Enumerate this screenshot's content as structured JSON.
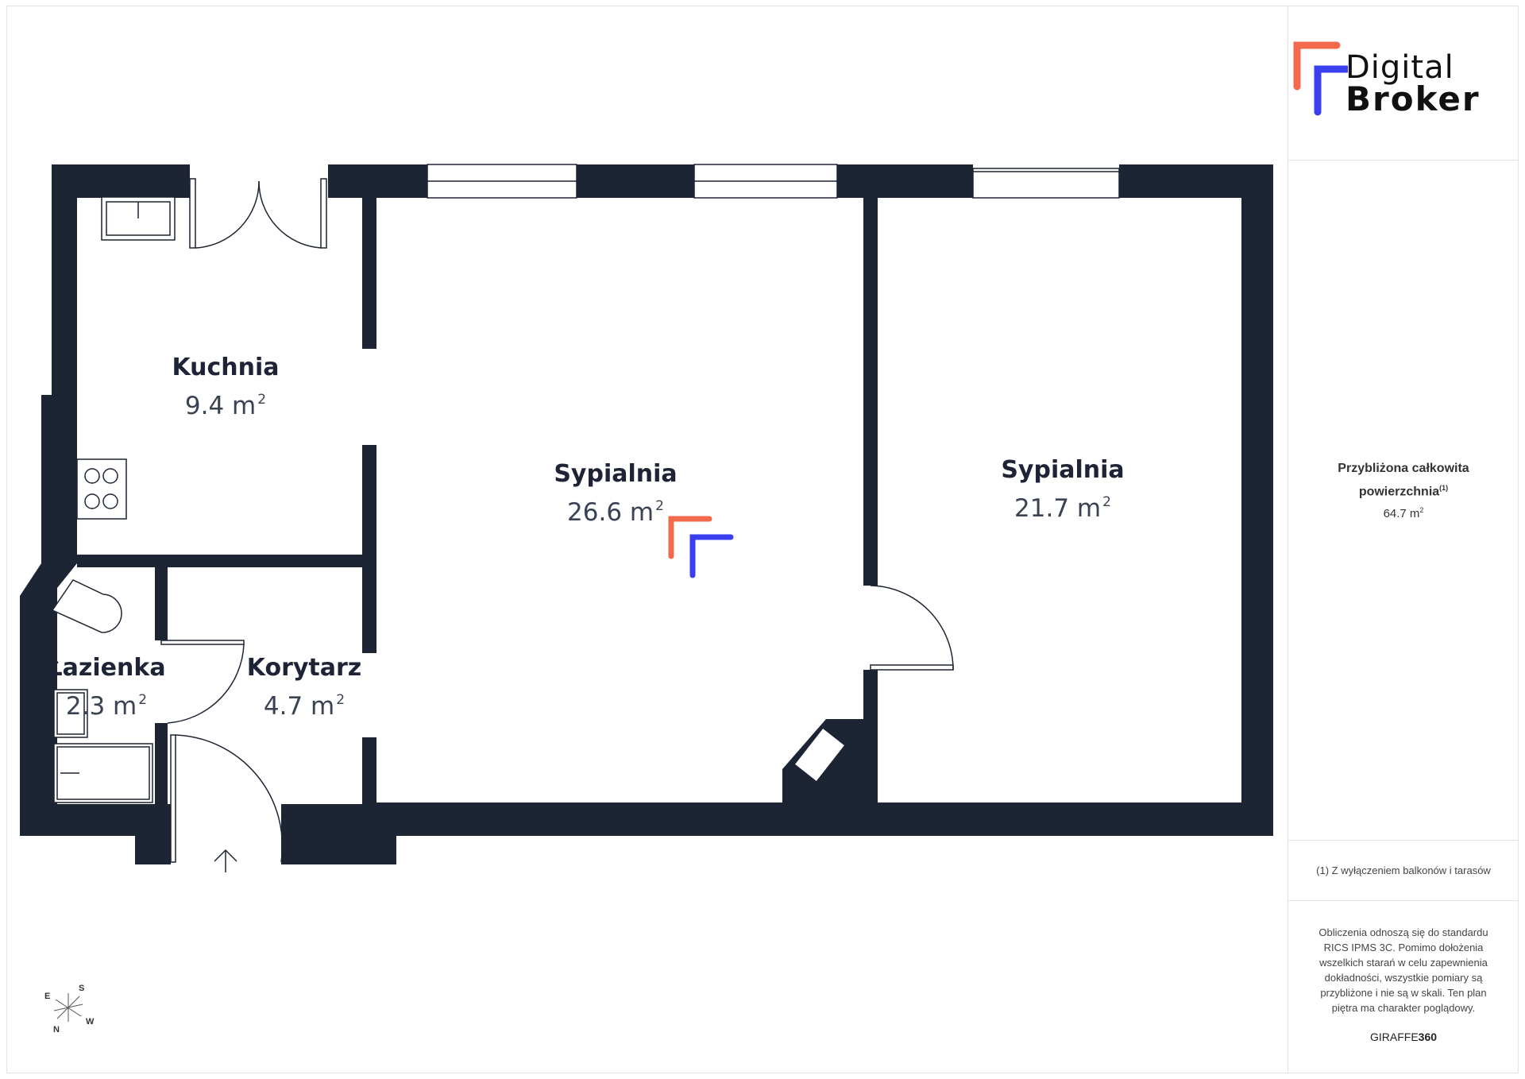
{
  "rooms": [
    {
      "name": "Kuchnia",
      "area": "9.4 m",
      "unit_sup": "2"
    },
    {
      "name": "Sypialnia",
      "area": "26.6 m",
      "unit_sup": "2"
    },
    {
      "name": "Sypialnia",
      "area": "21.7 m",
      "unit_sup": "2"
    },
    {
      "name": "Łazienka",
      "area": "2.3 m",
      "unit_sup": "2"
    },
    {
      "name": "Korytarz",
      "area": "4.7 m",
      "unit_sup": "2"
    }
  ],
  "compass": {
    "e": "E",
    "s": "S",
    "n": "N",
    "w": "W"
  },
  "logo": {
    "line1": "Digital",
    "line2": "Broker"
  },
  "summary": {
    "label": "Przybliżona całkowita powierzchnia",
    "label_sup": "(1)",
    "value": "64.7 m",
    "value_sup": "2"
  },
  "footnote": "(1) Z wyłączeniem balkonów i tarasów",
  "disclaimer": "Obliczenia odnoszą się do standardu RICS IPMS 3C. Pomimo dołożenia wszelkich starań w celu zapewnienia dokładności, wszystkie pomiary są przybliżone i nie są w skali. Ten plan piętra ma charakter poglądowy.",
  "brand": {
    "prefix": "GIRAFFE",
    "suffix": "360"
  },
  "colors": {
    "wall": "#1d2434",
    "accent_orange": "#f26a4b",
    "accent_blue": "#3a3ff0"
  }
}
